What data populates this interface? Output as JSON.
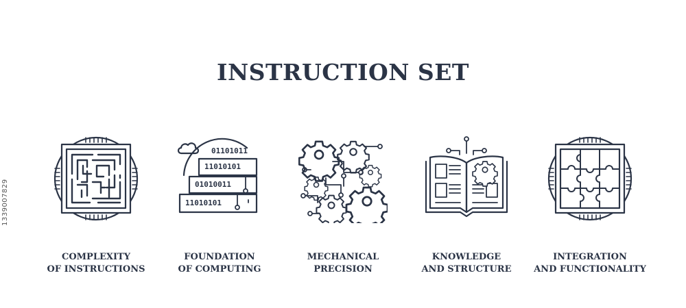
{
  "title": "INSTRUCTION SET",
  "side_id": "1339007829",
  "colors": {
    "ink": "#2b3446",
    "background": "#ffffff"
  },
  "items": [
    {
      "icon": "maze-chip-icon",
      "line1": "COMPLEXITY",
      "line2": "OF INSTRUCTIONS"
    },
    {
      "icon": "binary-server-icon",
      "line1": "FOUNDATION",
      "line2": "OF COMPUTING"
    },
    {
      "icon": "gears-network-icon",
      "line1": "MECHANICAL",
      "line2": "PRECISION"
    },
    {
      "icon": "open-book-gear-icon",
      "line1": "KNOWLEDGE",
      "line2": "AND STRUCTURE"
    },
    {
      "icon": "puzzle-chip-icon",
      "line1": "INTEGRATION",
      "line2": "AND FUNCTIONALITY"
    }
  ],
  "binary_rows": [
    "01101011",
    "11010101",
    "01010011",
    "11010101"
  ]
}
